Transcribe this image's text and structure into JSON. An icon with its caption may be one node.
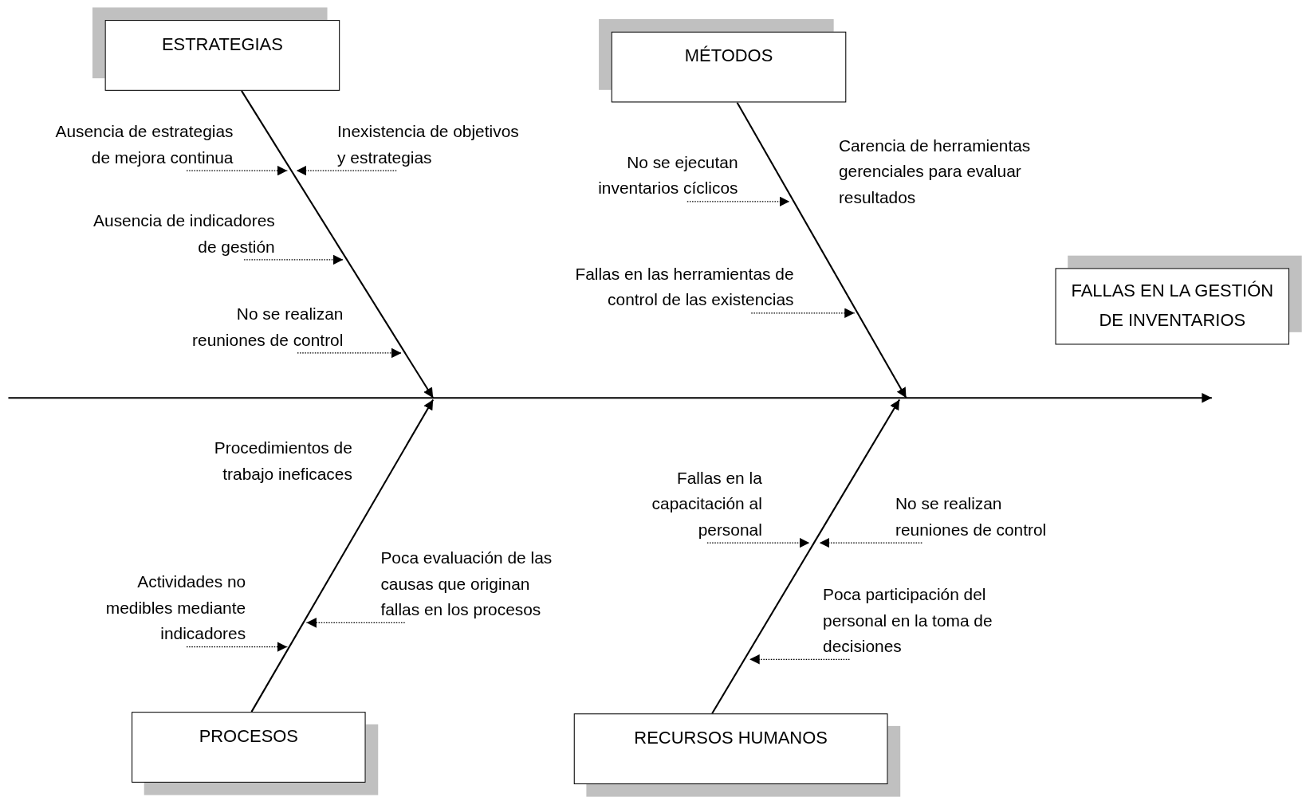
{
  "diagram": {
    "nodes": [
      {
        "text": [
          "ESTRATEGIAS"
        ]
      },
      {
        "text": [
          "MÉTODOS"
        ]
      },
      {
        "text": [
          "FALLAS EN LA GESTIÓN DE INVENTARIOS"
        ]
      },
      {
        "text": [
          "PROCESOS"
        ]
      },
      {
        "text": [
          "RECURSOS HUMANOS"
        ]
      },
      {
        "text": [
          "Ausencia de estrategias de mejora continua"
        ]
      },
      {
        "text": [
          "Inexistencia de objetivos y estrategias"
        ]
      },
      {
        "text": [
          "Ausencia de indicadores de gestión"
        ]
      },
      {
        "text": [
          "No se realizan reuniones de control"
        ]
      },
      {
        "text": [
          "No se ejecutan inventarios cíclicos"
        ]
      },
      {
        "text": [
          "Fallas en las herramientas de control de las existencias"
        ]
      },
      {
        "text": [
          "Actividades no medibles mediante indicadores"
        ]
      },
      {
        "text": [
          "Poca evaluación de las causas que originan fallas en los procesos"
        ]
      },
      {
        "text": [
          "Fallas en la capacitación al personal"
        ]
      },
      {
        "text": [
          "No se realizan reuniones de control"
        ]
      },
      {
        "text": [
          "Poca participación del personal en la toma de decisiones"
        ]
      }
    ],
    "edges": [
      {
        "from": 0,
        "to": null,
        "arrow": "to"
      },
      {
        "from": 1,
        "to": null,
        "arrow": "to"
      },
      {
        "from": 3,
        "to": null,
        "arrow": "to"
      },
      {
        "from": 4,
        "to": null,
        "arrow": "to"
      },
      {
        "from": 5,
        "to": null,
        "arrow": "to",
        "style": "dashed"
      },
      {
        "from": 6,
        "to": null,
        "arrow": "to",
        "style": "dashed"
      },
      {
        "from": 7,
        "to": null,
        "arrow": "to",
        "style": "dashed"
      },
      {
        "from": 8,
        "to": null,
        "arrow": "to",
        "style": "dashed"
      },
      {
        "from": 9,
        "to": null,
        "arrow": "to",
        "style": "dashed"
      },
      {
        "from": 10,
        "to": null,
        "arrow": "to",
        "style": "dashed"
      },
      {
        "from": 11,
        "to": null,
        "arrow": "to",
        "style": "dashed"
      },
      {
        "from": 12,
        "to": null,
        "arrow": "to",
        "style": "dashed"
      },
      {
        "from": 13,
        "to": null,
        "arrow": "to",
        "style": "dashed"
      },
      {
        "from": 14,
        "to": null,
        "arrow": "to",
        "style": "dashed"
      },
      {
        "from": 15,
        "to": null,
        "arrow": "to",
        "style": "dashed"
      }
    ],
    "labels": [
      "Carencia de herramientas gerenciales para evaluar resultados",
      "Procedimientos de trabajo ineficaces"
    ]
  }
}
